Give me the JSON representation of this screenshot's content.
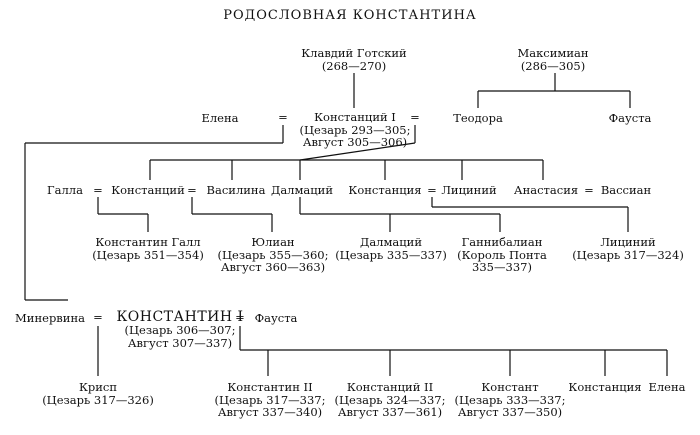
{
  "title": "РОДОСЛОВНАЯ КОНСТАНТИНА",
  "labels": {
    "claudius": "Клавдий Готский\n(268—270)",
    "maximian": "Максимиан\n(286—305)",
    "helena_mother": "Елена",
    "eq_helena": "=",
    "constantius1": "Констанций I\n(Цезарь 293—305;\nАвгуст 305—306)",
    "eq_theodora": "=",
    "theodora": "Теодора",
    "fausta_top": "Фауста",
    "galla": "Галла",
    "eq_galla": "=",
    "constantius_jr": "Констанций",
    "eq_basilina": "=",
    "basilina": "Василина",
    "dalmatius_sr": "Далмаций",
    "constantia": "Констанция",
    "eq_licinius": "=",
    "licinius_sr": "Лициний",
    "anastasia": "Анастасия",
    "eq_bassian": "=",
    "bassian": "Вассиан",
    "gallus": "Константин Галл\n(Цезарь 351—354)",
    "julian": "Юлиан\n(Цезарь 355—360;\nАвгуст 360—363)",
    "dalmatius_jr": "Далмаций\n(Цезарь 335—337)",
    "hannibalianus": "Ганнибалиан\n(Король Понта\n335—337)",
    "licinius_jr": "Лициний\n(Цезарь 317—324)",
    "minervina": "Минервина",
    "eq_minervina": "=",
    "constantine": "КОНСТАНТИН I",
    "constantine_dates": "(Цезарь 306—307;\nАвгуст 307—337)",
    "eq_fausta": "=",
    "fausta_wife": "Фауста",
    "crispus": "Крисп\n(Цезарь 317—326)",
    "constantine2": "Константин II\n(Цезарь 317—337;\nАвгуст 337—340)",
    "constantius2": "Констанций II\n(Цезарь 324—337;\nАвгуст 337—361)",
    "constans": "Констант\n(Цезарь 333—337;\nАвгуст 337—350)",
    "constantina": "Констанция",
    "helena_daughter": "Елена"
  }
}
